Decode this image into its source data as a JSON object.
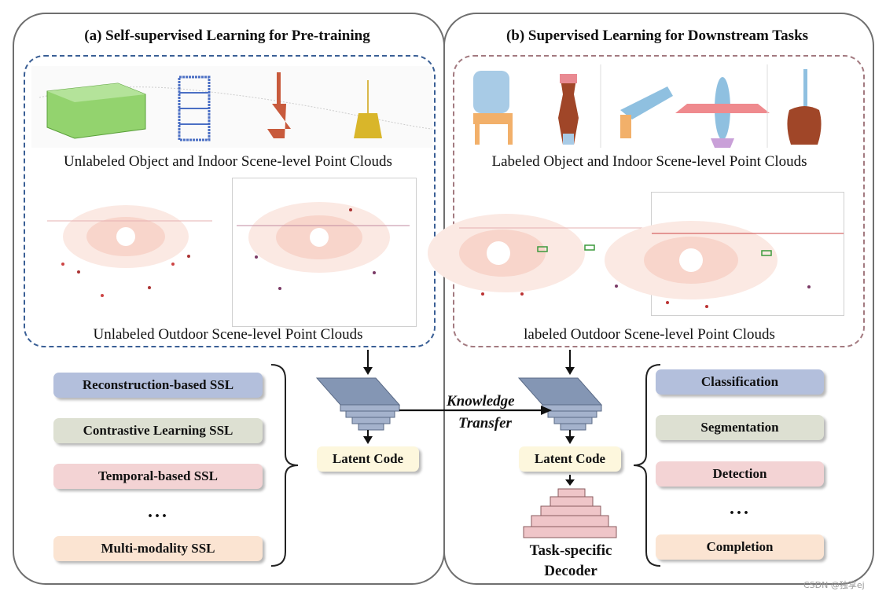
{
  "panel_a": {
    "title": "(a) Self-supervised Learning for Pre-training",
    "caption_object": "Unlabeled Object and Indoor Scene-level Point Clouds",
    "caption_outdoor": "Unlabeled Outdoor Scene-level Point Clouds",
    "methods": [
      {
        "label": "Reconstruction-based SSL",
        "color": "#b3bfdc"
      },
      {
        "label": "Contrastive Learning SSL",
        "color": "#dde0d2"
      },
      {
        "label": "Temporal-based SSL",
        "color": "#f3d3d4"
      },
      {
        "label": "...",
        "color": "none"
      },
      {
        "label": "Multi-modality SSL",
        "color": "#fbe4d2"
      }
    ],
    "latent_code": "Latent Code",
    "dash_color": "#3a5f95"
  },
  "panel_b": {
    "title": "(b) Supervised Learning for Downstream Tasks",
    "caption_object": "Labeled Object and Indoor Scene-level Point Clouds",
    "caption_outdoor": "labeled Outdoor Scene-level Point Clouds",
    "tasks": [
      {
        "label": "Classification",
        "color": "#b3bfdc"
      },
      {
        "label": "Segmentation",
        "color": "#dde0d2"
      },
      {
        "label": "Detection",
        "color": "#f3d3d4"
      },
      {
        "label": "...",
        "color": "none"
      },
      {
        "label": "Completion",
        "color": "#fbe4d2"
      }
    ],
    "latent_code": "Latent Code",
    "decoder_label_1": "Task-specific",
    "decoder_label_2": "Decoder",
    "dash_color": "#a37a80"
  },
  "transfer": {
    "line1": "Knowledge",
    "line2": "Transfer"
  },
  "colors": {
    "encoder": "#8496b4",
    "latent": "#fdf7dd",
    "decoder": "#efc5c8"
  },
  "watermark": "CSDN @独享ej"
}
